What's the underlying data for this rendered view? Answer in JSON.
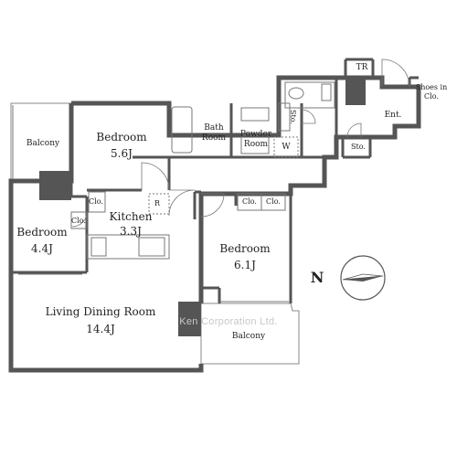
{
  "rooms": {
    "bedroom_top": {
      "name": "Bedroom",
      "size": "5.6J"
    },
    "bedroom_left": {
      "name": "Bedroom",
      "size": "4.4J"
    },
    "bedroom_right": {
      "name": "Bedroom",
      "size": "6.1J"
    },
    "kitchen": {
      "name": "Kitchen",
      "size": "3.3J"
    },
    "living": {
      "name": "Living Dining Room",
      "size": "14.4J"
    },
    "bath": {
      "line1": "Bath",
      "line2": "Room"
    },
    "powder": {
      "line1": "Powder",
      "line2": "Room"
    },
    "entrance": "Ent.",
    "shoes": {
      "line1": "Shoes in",
      "line2": "Clo."
    },
    "balcony_left": "Balcony",
    "balcony_bottom": "Balcony",
    "tr": "TR",
    "sto_upper": "Sto.",
    "sto_lower": "Sto.",
    "clo_kitchen": "Clo.",
    "clo_left": "Clo.",
    "clo_right_1": "Clo.",
    "clo_right_2": "Clo.",
    "washer": "W",
    "fridge": "R"
  },
  "compass": {
    "letter": "N"
  },
  "watermark": "Ken Corporation Ltd.",
  "colors": {
    "wall": "#555555",
    "thin_line": "#777777",
    "watermark": "#c8c8c8"
  }
}
